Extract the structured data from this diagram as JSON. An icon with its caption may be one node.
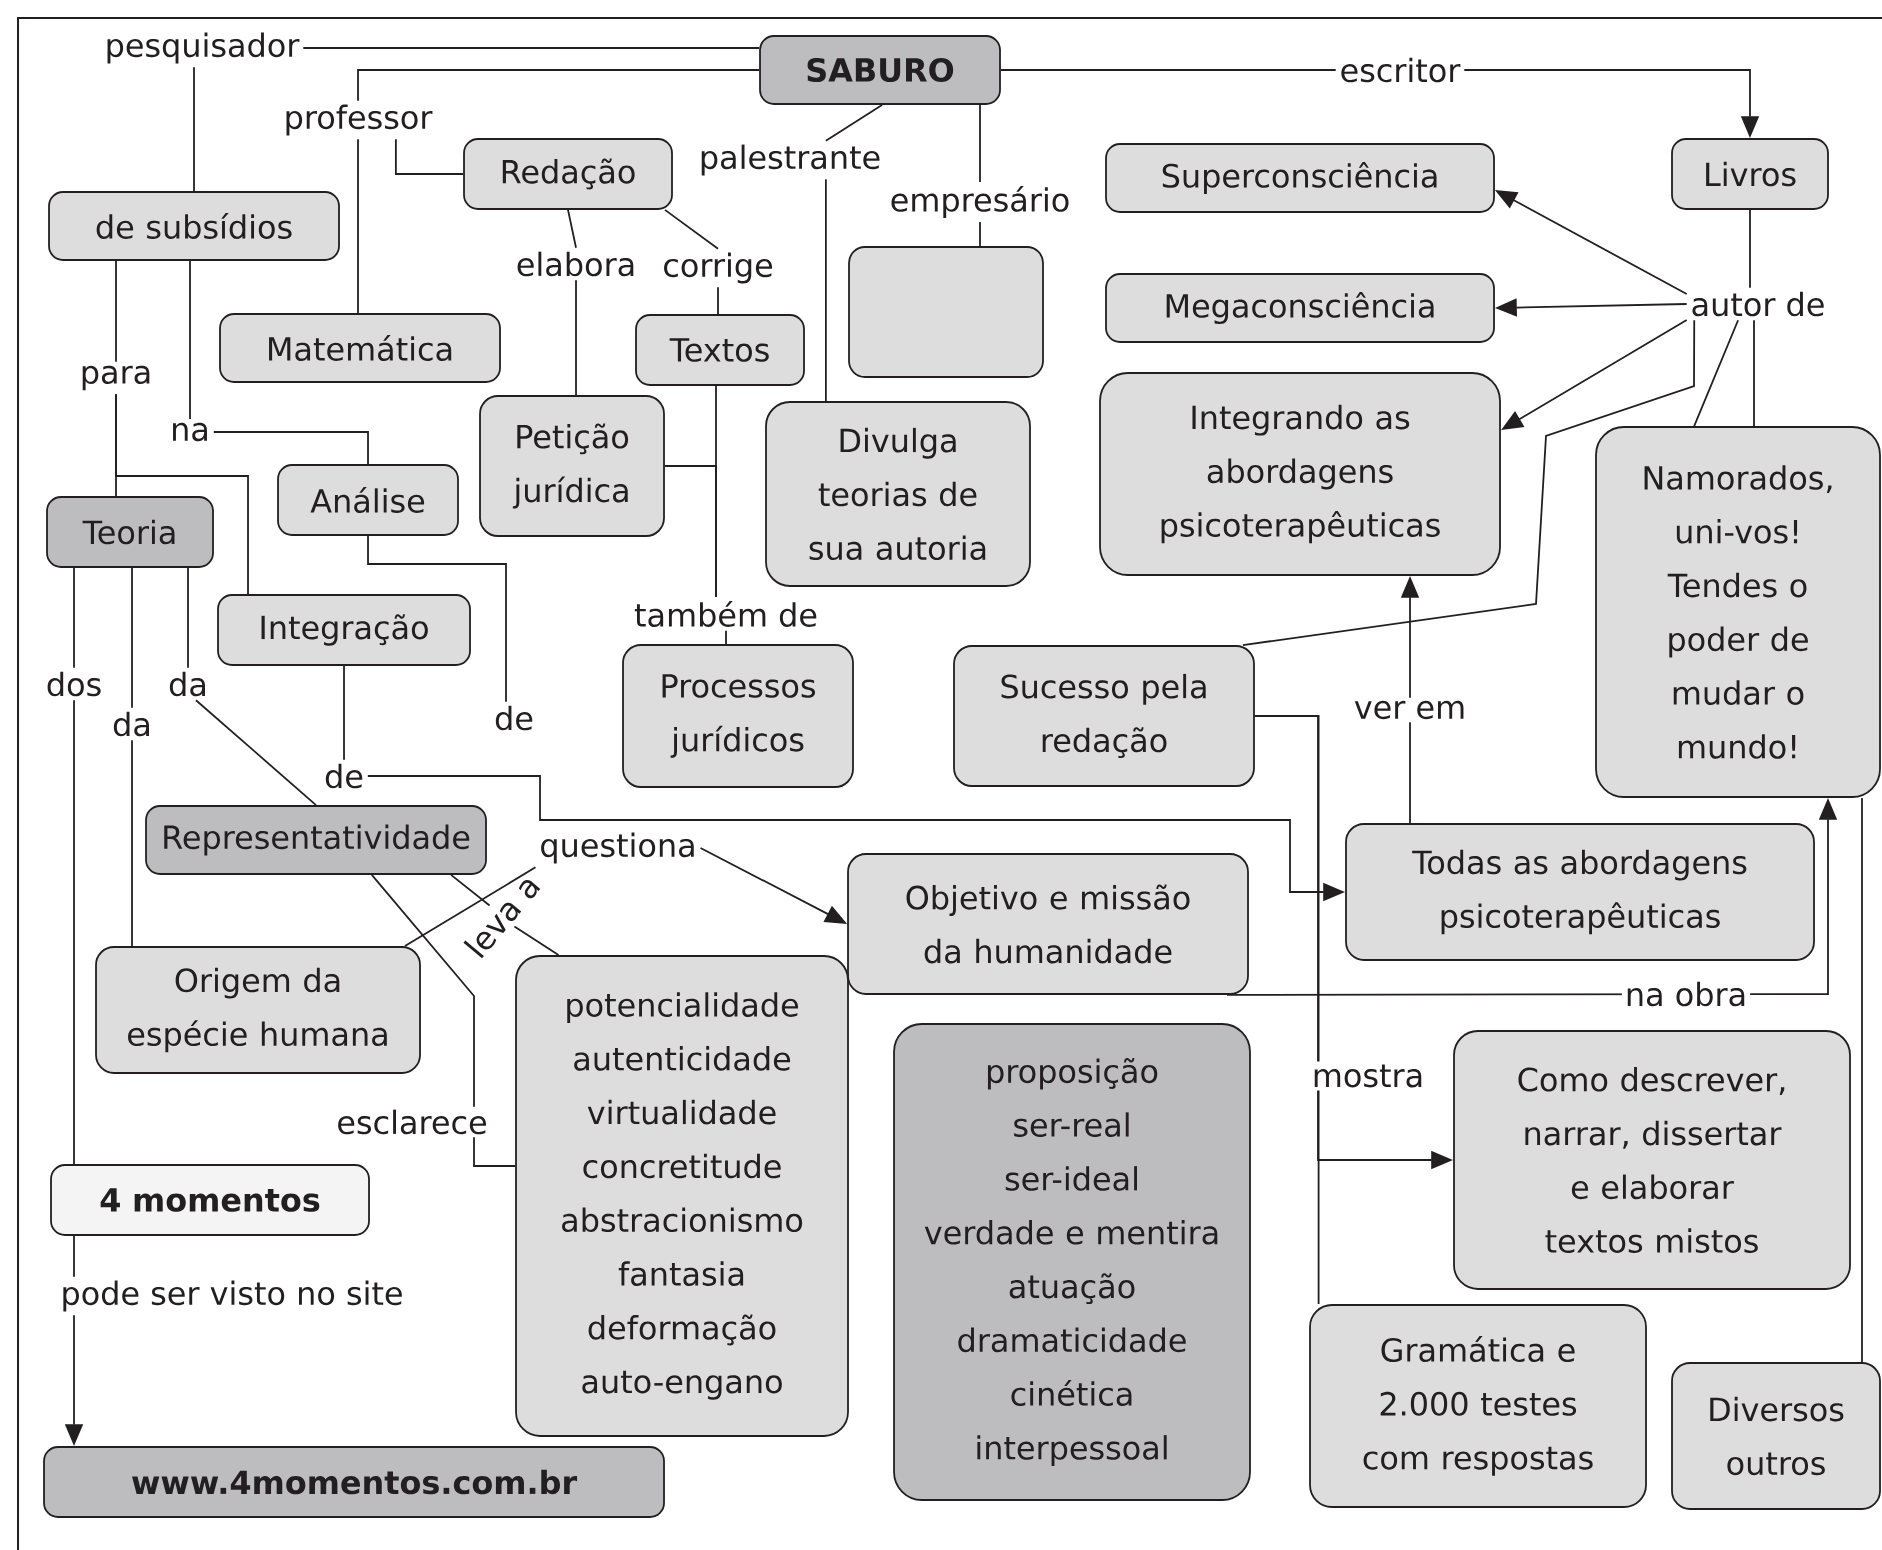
{
  "diagram": {
    "nodes": [
      {
        "text": [
          "SABURO"
        ]
      },
      {
        "text": [
          "pesquisador"
        ]
      },
      {
        "text": [
          "professor"
        ]
      },
      {
        "text": [
          "escritor"
        ]
      },
      {
        "text": [
          "Livros"
        ]
      },
      {
        "text": [
          "de subsídios"
        ]
      },
      {
        "text": [
          "Redação"
        ]
      },
      {
        "text": [
          "palestrante"
        ]
      },
      {
        "text": [
          "empresário"
        ]
      },
      {
        "text": [],
        "shape": "box"
      },
      {
        "text": [
          "Superconsciência"
        ]
      },
      {
        "text": [
          "Megaconsciência"
        ]
      },
      {
        "text": [
          "autor de"
        ]
      },
      {
        "text": [
          "Matemática"
        ]
      },
      {
        "text": [
          "elabora"
        ]
      },
      {
        "text": [
          "corrige"
        ]
      },
      {
        "text": [
          "Textos"
        ]
      },
      {
        "text": [
          "para"
        ]
      },
      {
        "text": [
          "Divulga teorias de sua autoria"
        ]
      },
      {
        "text": [
          "Integrando as abordagens psicoterapêuticas"
        ]
      },
      {
        "text": [
          "Namorados, uni-vos! Tendes o poder de mudar o mundo!"
        ]
      },
      {
        "text": [
          "Petição jurídica"
        ]
      },
      {
        "text": [
          "na"
        ]
      },
      {
        "text": [
          "Análise"
        ]
      },
      {
        "text": [
          "Teoria"
        ]
      },
      {
        "text": [
          "Integração"
        ]
      },
      {
        "text": [
          "também de"
        ]
      },
      {
        "text": [
          "Processos jurídicos"
        ]
      },
      {
        "text": [
          "Sucesso pela redação"
        ]
      },
      {
        "text": [
          "dos"
        ]
      },
      {
        "text": [
          "da"
        ]
      },
      {
        "text": [
          "da"
        ]
      },
      {
        "text": [
          "de"
        ]
      },
      {
        "text": [
          "de"
        ]
      },
      {
        "text": [
          "Representatividade"
        ]
      },
      {
        "text": [
          "questiona"
        ]
      },
      {
        "text": [
          "leva a"
        ]
      },
      {
        "text": [
          "Objetivo e missão da humanidade"
        ]
      },
      {
        "text": [
          "Todas as abordagens psicoterapêuticas"
        ]
      },
      {
        "text": [
          "Origem da espécie humana"
        ]
      },
      {
        "text": [
          "potencialidade",
          "autenticidade",
          "virtualidade",
          "concretitude",
          "abstracionismo",
          "fantasia",
          "deformação",
          "auto-engano"
        ]
      },
      {
        "text": [
          "Como descrever, narrar, dissertar e elaborar textos mistos"
        ]
      },
      {
        "text": [
          "4 momentos"
        ]
      },
      {
        "text": [
          "pode ser visto no site"
        ]
      },
      {
        "text": [
          "proposição",
          "ser-real",
          "ser-ideal",
          "verdade e mentira",
          "atuação",
          "dramaticidade",
          "cinética",
          "interpessoal"
        ]
      },
      {
        "text": [
          "Gramática e 2.000 testes com respostas"
        ]
      },
      {
        "text": [
          "Diversos outros"
        ]
      },
      {
        "text": [
          "www.4momentos.com.br"
        ]
      }
    ],
    "edges": [
      {
        "from": 0,
        "to": 1,
        "arrow": "none"
      },
      {
        "from": 0,
        "to": 2,
        "arrow": "none"
      },
      {
        "from": 0,
        "to": 7,
        "arrow": "none"
      },
      {
        "from": 0,
        "to": 8,
        "arrow": "none"
      },
      {
        "from": 0,
        "to": 3,
        "arrow": "none"
      },
      {
        "from": 3,
        "to": 4,
        "arrow": "to"
      },
      {
        "from": 1,
        "to": 5,
        "arrow": "none"
      },
      {
        "from": 2,
        "to": 13,
        "arrow": "none"
      },
      {
        "from": 2,
        "to": 6,
        "arrow": "none"
      },
      {
        "from": 6,
        "to": 14,
        "arrow": "none"
      },
      {
        "from": 6,
        "to": 15,
        "arrow": "none"
      },
      {
        "from": 14,
        "to": 21,
        "arrow": "none"
      },
      {
        "from": 15,
        "to": 16,
        "arrow": "none"
      },
      {
        "from": 16,
        "to": 26,
        "arrow": "none"
      },
      {
        "from": 21,
        "to": 26,
        "arrow": "none"
      },
      {
        "from": 26,
        "to": 27,
        "arrow": "none"
      },
      {
        "from": 5,
        "to": 17,
        "arrow": "none"
      },
      {
        "from": 5,
        "to": 22,
        "arrow": "none"
      },
      {
        "from": 17,
        "to": 24,
        "arrow": "none"
      },
      {
        "from": 17,
        "to": 25,
        "arrow": "none"
      },
      {
        "from": 22,
        "to": 23,
        "arrow": "none"
      },
      {
        "from": 23,
        "to": 32,
        "arrow": "none"
      },
      {
        "from": 24,
        "to": 29,
        "arrow": "none"
      },
      {
        "from": 24,
        "to": 30,
        "arrow": "none"
      },
      {
        "from": 24,
        "to": 31,
        "arrow": "none"
      },
      {
        "from": 29,
        "to": 42,
        "arrow": "none"
      },
      {
        "from": 30,
        "to": 39,
        "arrow": "none"
      },
      {
        "from": 31,
        "to": 34,
        "arrow": "none"
      },
      {
        "from": 25,
        "to": 33,
        "arrow": "none"
      },
      {
        "from": 33,
        "to": 38,
        "arrow": "to"
      },
      {
        "from": 39,
        "to": 35,
        "arrow": "none"
      },
      {
        "from": 35,
        "to": 37,
        "arrow": "to"
      },
      {
        "from": 34,
        "to": 36,
        "arrow": "none"
      },
      {
        "from": 36,
        "to": 40,
        "arrow": "none"
      },
      {
        "from": 34,
        "to": 40,
        "arrow": "none",
        "label": "esclarece"
      },
      {
        "from": 28,
        "to": 45,
        "arrow": "none"
      },
      {
        "from": 28,
        "to": 41,
        "arrow": "to",
        "label": "mostra"
      },
      {
        "from": 38,
        "to": 19,
        "arrow": "to",
        "label": "ver em"
      },
      {
        "from": 37,
        "to": 20,
        "arrow": "to",
        "label": "na obra"
      },
      {
        "from": 46,
        "to": 20,
        "arrow": "none"
      },
      {
        "from": 4,
        "to": 12,
        "arrow": "none"
      },
      {
        "from": 12,
        "to": 20,
        "arrow": "none"
      },
      {
        "from": 12,
        "to": 20,
        "arrow": "none"
      },
      {
        "from": 12,
        "to": 10,
        "arrow": "to"
      },
      {
        "from": 12,
        "to": 11,
        "arrow": "to"
      },
      {
        "from": 12,
        "to": 19,
        "arrow": "to"
      },
      {
        "from": 12,
        "to": 28,
        "arrow": "none"
      },
      {
        "from": 42,
        "to": 43,
        "arrow": "none"
      },
      {
        "from": 43,
        "to": 47,
        "arrow": "to"
      },
      {
        "from": 7,
        "to": 18,
        "arrow": "none"
      },
      {
        "from": 8,
        "to": 9,
        "arrow": "none"
      }
    ]
  }
}
